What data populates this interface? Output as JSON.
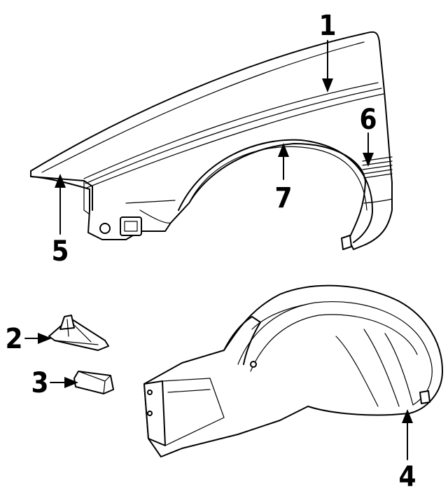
{
  "diagram": {
    "colors": {
      "line": "#000000",
      "background": "#ffffff"
    },
    "callouts": [
      {
        "id": "1",
        "label": "1",
        "part": "fender"
      },
      {
        "id": "2",
        "label": "2",
        "part": "bracket"
      },
      {
        "id": "3",
        "label": "3",
        "part": "clip"
      },
      {
        "id": "4",
        "label": "4",
        "part": "fender-liner"
      },
      {
        "id": "5",
        "label": "5",
        "part": "fender-edge"
      },
      {
        "id": "6",
        "label": "6",
        "part": "fender-molding"
      },
      {
        "id": "7",
        "label": "7",
        "part": "wheel-opening-molding"
      }
    ]
  }
}
